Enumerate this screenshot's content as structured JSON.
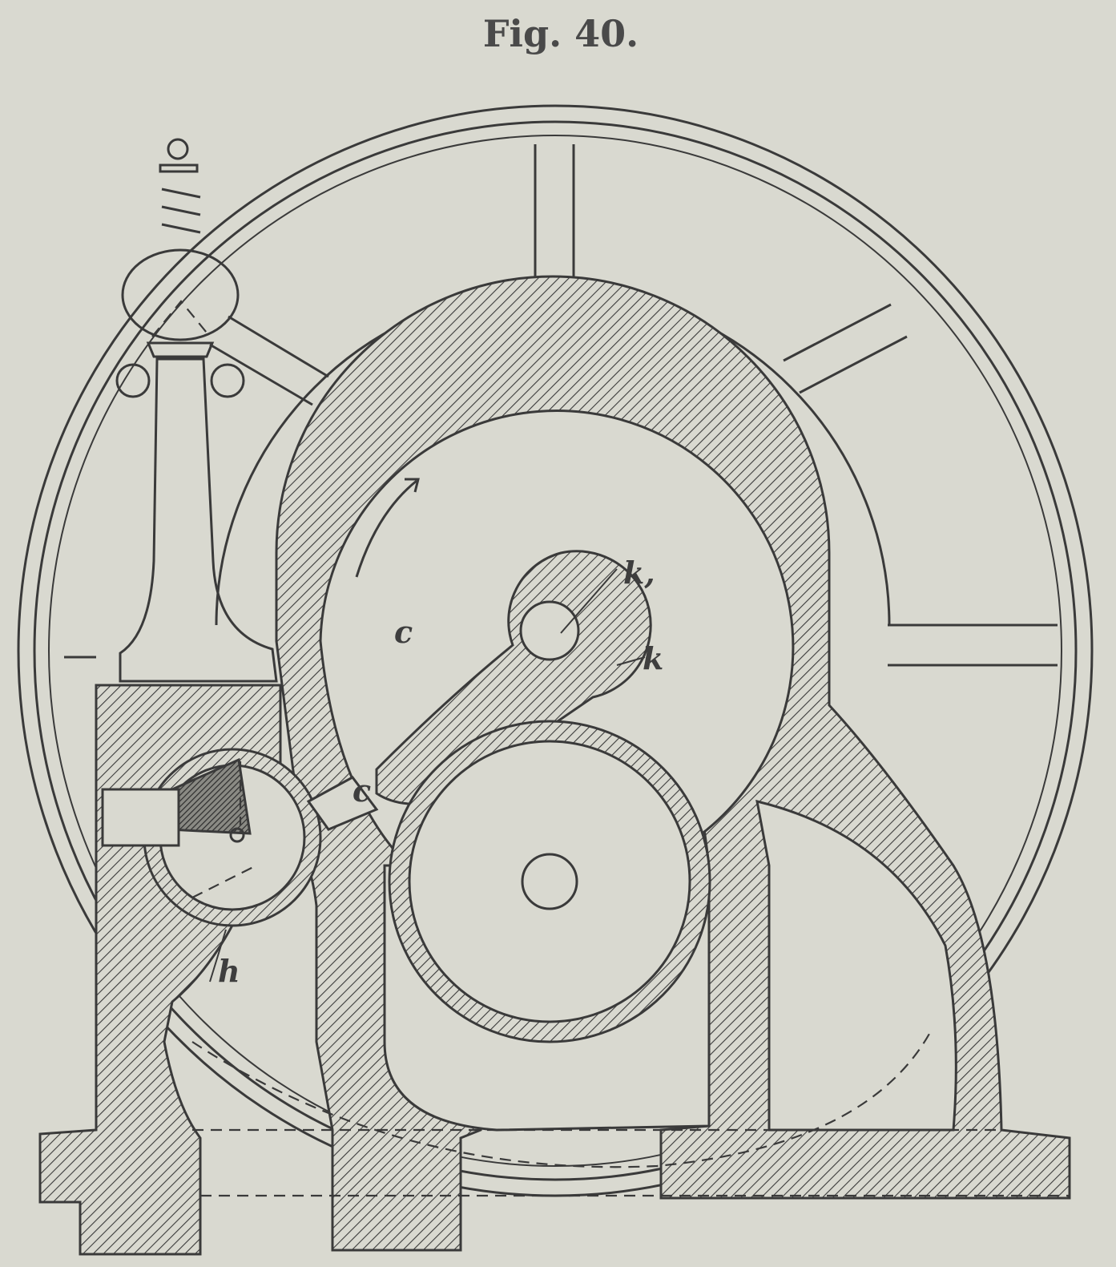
{
  "figure": {
    "title": "Fig. 40.",
    "labels": {
      "c_upper": "c",
      "c_lower": "c",
      "k1": "k,",
      "k": "k",
      "h": "h"
    },
    "colors": {
      "paper": "#d9d9d0",
      "ink": "#3a3a3a"
    }
  }
}
